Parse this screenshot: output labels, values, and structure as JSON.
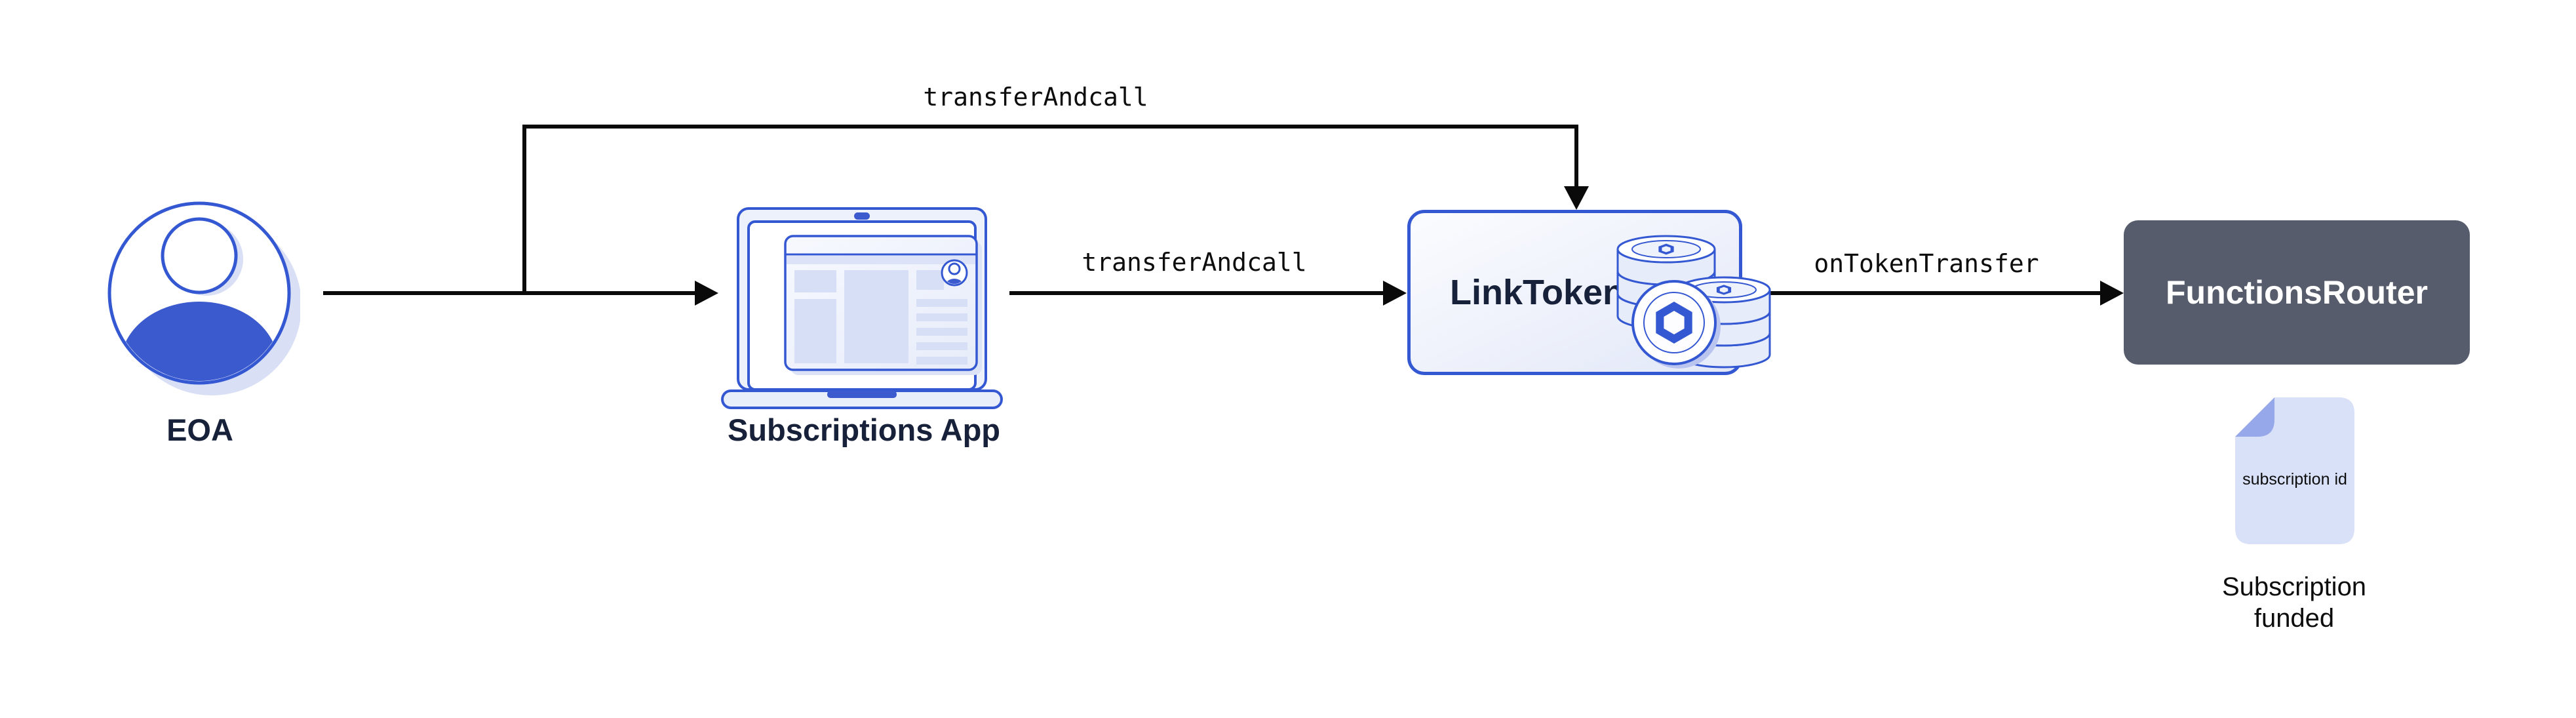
{
  "colors": {
    "accent": "#3457d2",
    "fill_blue": "#3b5ace",
    "navy": "#18213a",
    "slate": "#565c6b",
    "shadow": "#d9e0f5",
    "panel": "#d6dff6",
    "panel_light": "#e9eefb",
    "doc_fill": "#d9e1f8",
    "doc_fold": "#96a7ea",
    "arrow": "#0a0a0a",
    "ink": "#0d0d0d"
  },
  "nodes": {
    "eoa": {
      "label": "EOA"
    },
    "subscriptions_app": {
      "label": "Subscriptions App"
    },
    "link_token": {
      "label": "LinkToken"
    },
    "functions_router": {
      "label": "FunctionsRouter"
    }
  },
  "edges": {
    "eoa_to_linktoken": {
      "label": "transferAndcall"
    },
    "app_to_linktoken": {
      "label": "transferAndcall"
    },
    "linktoken_to_router": {
      "label": "onTokenTransfer"
    }
  },
  "artifact": {
    "document_text": "subscription id",
    "caption": "Subscription funded"
  }
}
